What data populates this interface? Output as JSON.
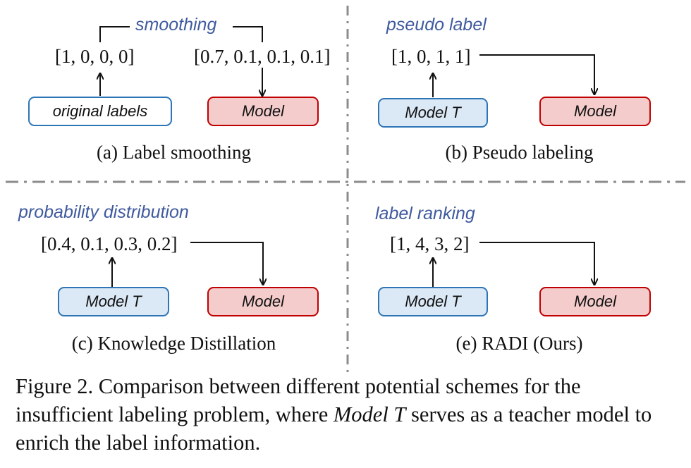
{
  "figure": {
    "panel_a": {
      "tag": "smoothing",
      "left_vector": "[1, 0, 0, 0]",
      "right_vector": "[0.7, 0.1, 0.1, 0.1]",
      "source_box": "original labels",
      "target_box": "Model",
      "subcaption": "(a) Label smoothing"
    },
    "panel_b": {
      "tag": "pseudo label",
      "vector": "[1, 0, 1, 1]",
      "source_box": "Model T",
      "target_box": "Model",
      "subcaption": "(b) Pseudo labeling"
    },
    "panel_c": {
      "tag": "probability distribution",
      "vector": "[0.4, 0.1, 0.3, 0.2]",
      "source_box": "Model T",
      "target_box": "Model",
      "subcaption": "(c) Knowledge Distillation"
    },
    "panel_e": {
      "tag": "label ranking",
      "vector": "[1, 4, 3, 2]",
      "source_box": "Model T",
      "target_box": "Model",
      "subcaption": "(e) RADI (Ours)"
    },
    "colors": {
      "tag_text": "#3f5a9e",
      "blue_border": "#2e75b6",
      "blue_fill": "#dbe8f6",
      "red_border": "#c00000",
      "red_fill": "#f5cccc",
      "divider": "#8c8c8c"
    }
  },
  "caption": {
    "label": "Figure 2.",
    "text_before": "Comparison between different potential schemes for the insufficient labeling problem, where",
    "emphasis": "Model T",
    "text_after": "serves as a teacher model to enrich the label information."
  }
}
